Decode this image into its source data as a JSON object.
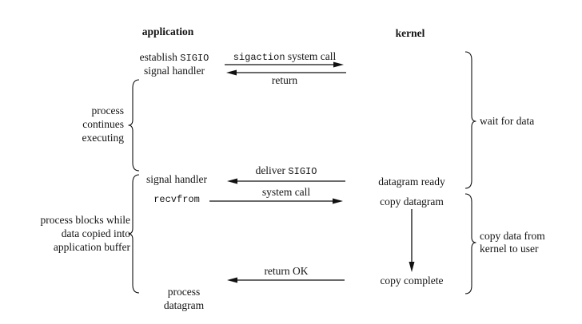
{
  "headers": {
    "application": "application",
    "kernel": "kernel"
  },
  "application_side": {
    "establish_pre": "establish ",
    "establish_code": "SIGIO",
    "establish_line2": "signal handler",
    "signal_handler": "signal handler",
    "recvfrom": "recvfrom",
    "process_line1": "process",
    "process_line2": "datagram"
  },
  "left_annotations": {
    "continues_line1": "process",
    "continues_line2": "continues",
    "continues_line3": "executing",
    "blocks_line1": "process blocks while",
    "blocks_line2": "data copied into",
    "blocks_line3": "application buffer"
  },
  "arrows": {
    "sigaction_code": "sigaction",
    "sigaction_rest": " system call",
    "return_label": "return",
    "deliver_pre": "deliver ",
    "deliver_code": "SIGIO",
    "system_call": "system call",
    "return_ok": "return OK"
  },
  "kernel_side": {
    "datagram_ready": "datagram ready",
    "copy_datagram": "copy datagram",
    "copy_complete": "copy complete"
  },
  "right_annotations": {
    "wait_for_data": "wait for data",
    "copy_line1": "copy data from",
    "copy_line2": "kernel to user"
  }
}
